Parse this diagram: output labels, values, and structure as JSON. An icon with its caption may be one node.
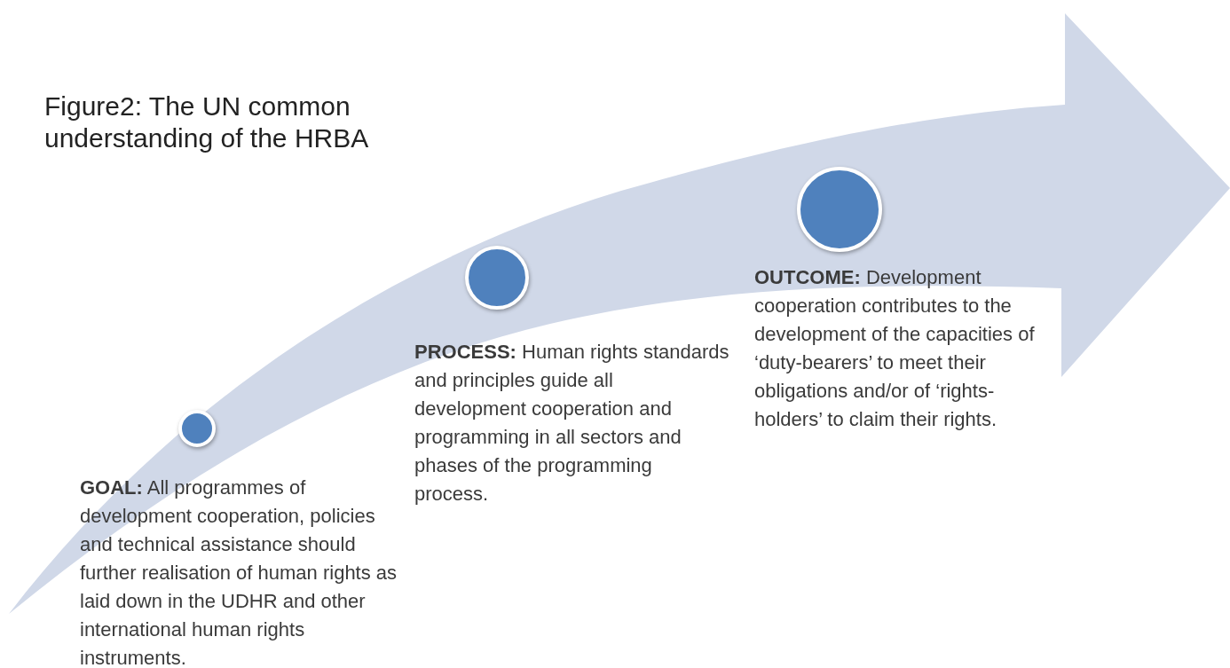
{
  "diagram": {
    "title": "Figure2: The UN common understanding of the HRBA",
    "nodes": [
      {
        "text": [],
        "shape": "circle"
      },
      {
        "text": [],
        "shape": "circle"
      },
      {
        "text": [],
        "shape": "circle"
      }
    ],
    "edges": [],
    "labels": [
      "**GOAL:** All programmes of development cooperation, policies and technical assistance should further realisation of human rights as laid down in the UDHR and other international human rights instruments.",
      "**PROCESS:** Human rights standards and principles guide all development cooperation and programming in all sectors and phases of the programming process.",
      "**OUTCOME:** Development cooperation contributes to the development of the capacities of ‘duty-bearers’ to meet their obligations and/or of ‘rights-holders’ to claim their rights."
    ]
  }
}
